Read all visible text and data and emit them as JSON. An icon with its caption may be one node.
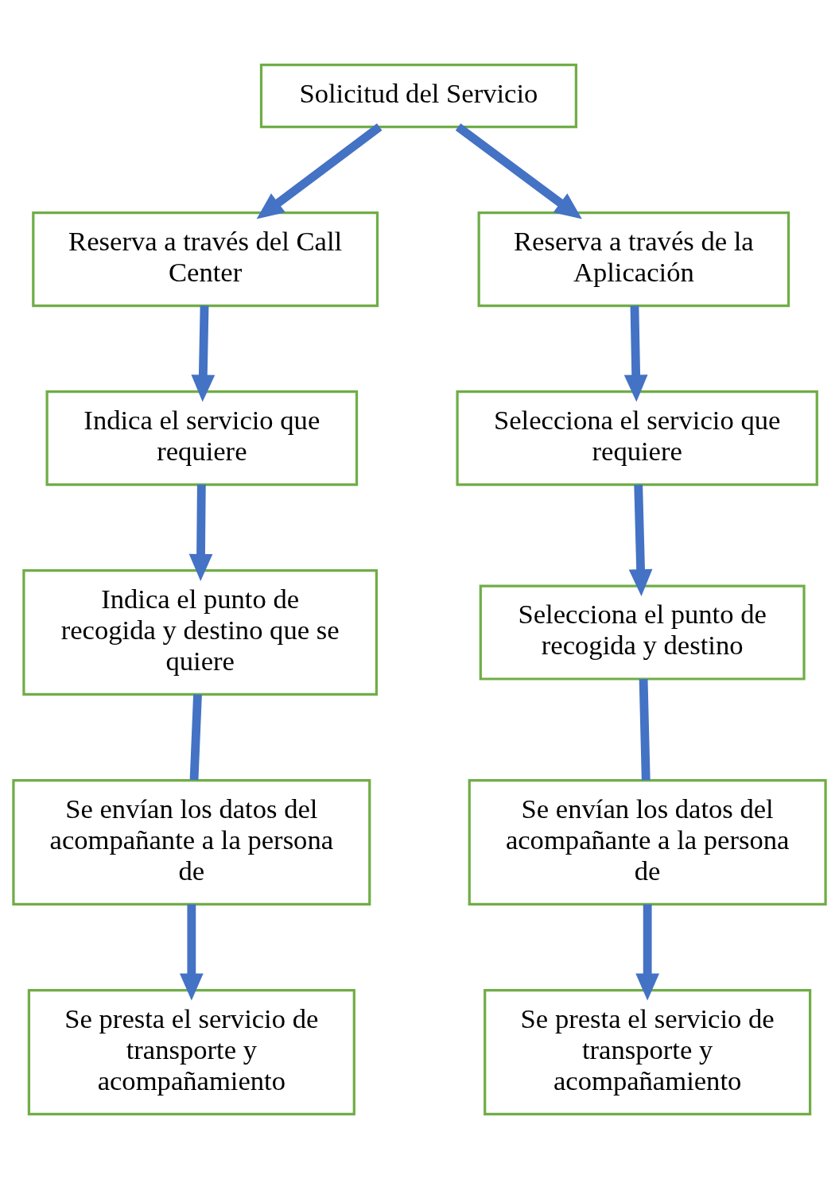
{
  "diagram": {
    "nodes": [
      {
        "text": [
          "Solicitud del Servicio"
        ]
      },
      {
        "text": [
          "Reserva a través del Call Center"
        ]
      },
      {
        "text": [
          "Reserva a través de la Aplicación"
        ]
      },
      {
        "text": [
          "Indica el servicio que requiere"
        ]
      },
      {
        "text": [
          "Selecciona el servicio que requiere"
        ]
      },
      {
        "text": [
          "Indica el punto de recogida y destino que se quiere"
        ]
      },
      {
        "text": [
          "Selecciona el punto de recogida y destino"
        ]
      },
      {
        "text": [
          "Se envían los datos del acompañante a la persona de"
        ]
      },
      {
        "text": [
          "Se envían los datos del acompañante a la persona de"
        ]
      },
      {
        "text": [
          "Se presta el servicio de transporte y acompañamiento"
        ]
      },
      {
        "text": [
          "Se presta el servicio de transporte y acompañamiento"
        ]
      }
    ],
    "edges": [
      {
        "from": 0,
        "to": 1,
        "arrow": "to"
      },
      {
        "from": 0,
        "to": 2,
        "arrow": "to"
      },
      {
        "from": 1,
        "to": 3,
        "arrow": "to"
      },
      {
        "from": 3,
        "to": 5,
        "arrow": "to"
      },
      {
        "from": 5,
        "to": 7,
        "arrow": "none"
      },
      {
        "from": 7,
        "to": 9,
        "arrow": "to"
      },
      {
        "from": 2,
        "to": 4,
        "arrow": "to"
      },
      {
        "from": 4,
        "to": 6,
        "arrow": "to"
      },
      {
        "from": 6,
        "to": 8,
        "arrow": "none"
      },
      {
        "from": 8,
        "to": 10,
        "arrow": "to"
      }
    ]
  }
}
